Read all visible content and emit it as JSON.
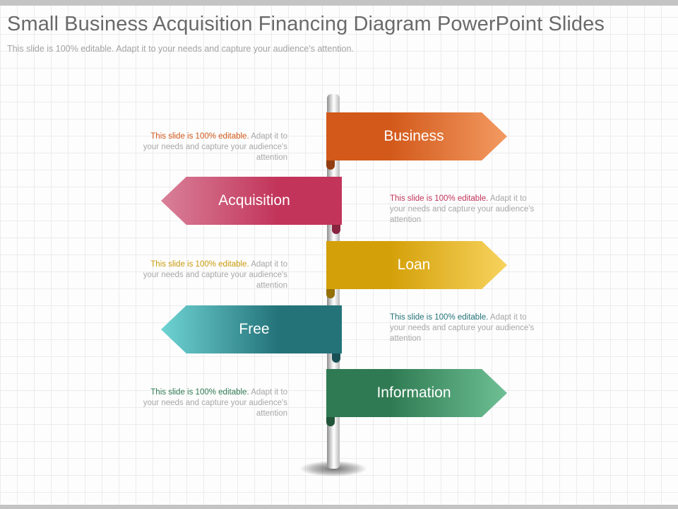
{
  "header": {
    "title": "Small Business Acquisition Financing Diagram PowerPoint Slides",
    "subtitle": "This slide is 100% editable. Adapt it to your needs and capture your audience's attention."
  },
  "signs": [
    {
      "label": "Business",
      "direction": "right",
      "color_dark": "#d2591a",
      "color_light": "#f39a62",
      "note_highlight": "This slide is 100% editable.",
      "note_rest": " Adapt it to your needs and capture your audience's attention",
      "note_color": "#d2591a"
    },
    {
      "label": "Acquisition",
      "direction": "left",
      "color_dark": "#c2345a",
      "color_light": "#d98099",
      "note_highlight": "This slide is 100% editable.",
      "note_rest": " Adapt it to your needs and capture your audience's attention",
      "note_color": "#c2345a"
    },
    {
      "label": "Loan",
      "direction": "right",
      "color_dark": "#d4a009",
      "color_light": "#f7d35e",
      "note_highlight": "This slide is 100% editable.",
      "note_rest": " Adapt it to your needs and capture your audience's attention",
      "note_color": "#c99a0b"
    },
    {
      "label": "Free",
      "direction": "left",
      "color_dark": "#237379",
      "color_light": "#6fd3d3",
      "note_highlight": "This slide is 100% editable.",
      "note_rest": " Adapt it to your needs and capture your audience's attention",
      "note_color": "#237379"
    },
    {
      "label": "Information",
      "direction": "right",
      "color_dark": "#2f7a52",
      "color_light": "#6ec094",
      "note_highlight": "This slide is 100% editable.",
      "note_rest": " Adapt it to your needs and capture your audience's attention",
      "note_color": "#2f7a52"
    }
  ]
}
